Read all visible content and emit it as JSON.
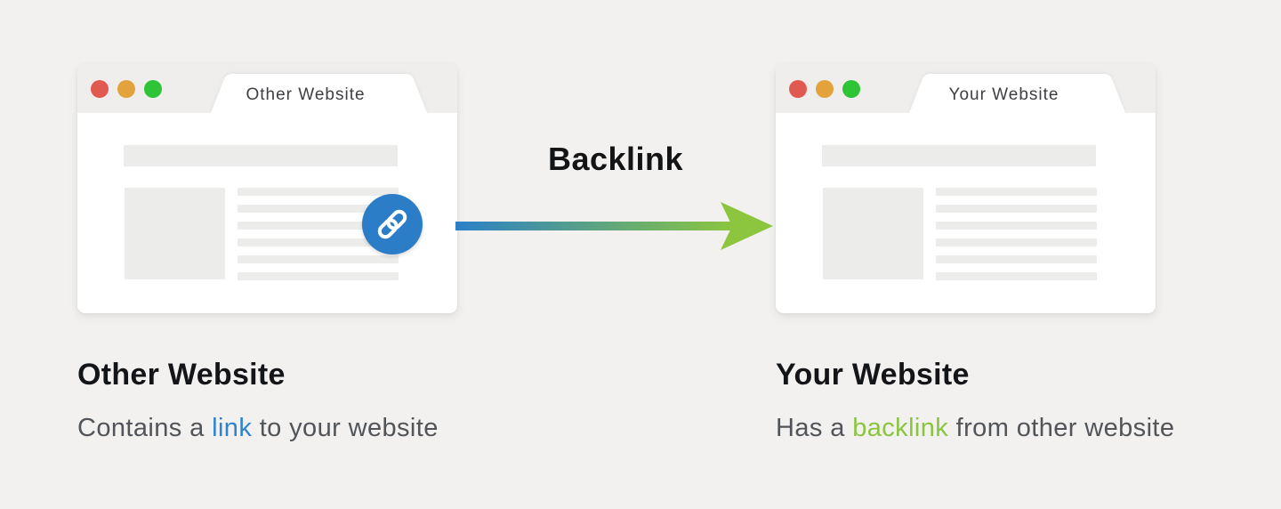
{
  "page": {
    "background": "#f2f1ef"
  },
  "arrow": {
    "label": "Backlink",
    "gradient_start": "#2b80c7",
    "gradient_end": "#8cc63e"
  },
  "colors": {
    "traffic_lights": {
      "red": "#e15a50",
      "amber": "#e3a23b",
      "green": "#2fc436"
    },
    "link_badge_background": "#2a7dc6",
    "link_icon": "#ffffff"
  },
  "icons": {
    "link_badge": "chain-link-icon"
  },
  "windows": {
    "left": {
      "tab_title": "Other Website",
      "caption": {
        "title": "Other Website",
        "pre": "Contains a ",
        "highlight": "link",
        "post": " to your website",
        "highlight_color": "#2e83d0"
      }
    },
    "right": {
      "tab_title": "Your Website",
      "caption": {
        "title": "Your Website",
        "pre": "Has a ",
        "highlight": "backlink",
        "post": " from other website",
        "highlight_color": "#8bc540"
      }
    }
  }
}
